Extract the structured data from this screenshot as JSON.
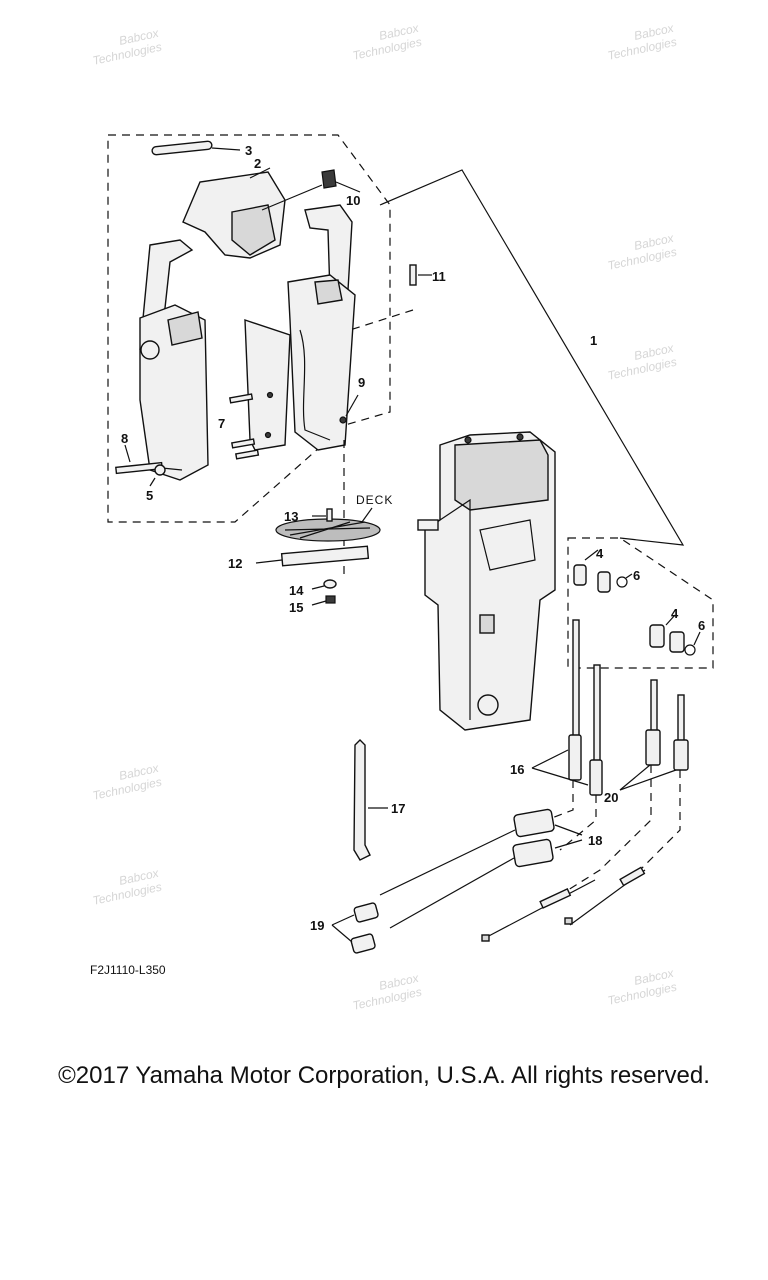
{
  "diagram": {
    "callouts": [
      "1",
      "2",
      "3",
      "4",
      "4",
      "5",
      "6",
      "6",
      "7",
      "8",
      "9",
      "10",
      "11",
      "12",
      "13",
      "14",
      "15",
      "16",
      "17",
      "18",
      "19",
      "20"
    ],
    "deck_label": "DECK",
    "figure_code": "F2J1110-L350"
  },
  "watermark": {
    "line1": "Babcox",
    "line2": "Technologies"
  },
  "footer": {
    "copyright": "©2017 Yamaha Motor Corporation, U.S.A. All rights reserved."
  }
}
